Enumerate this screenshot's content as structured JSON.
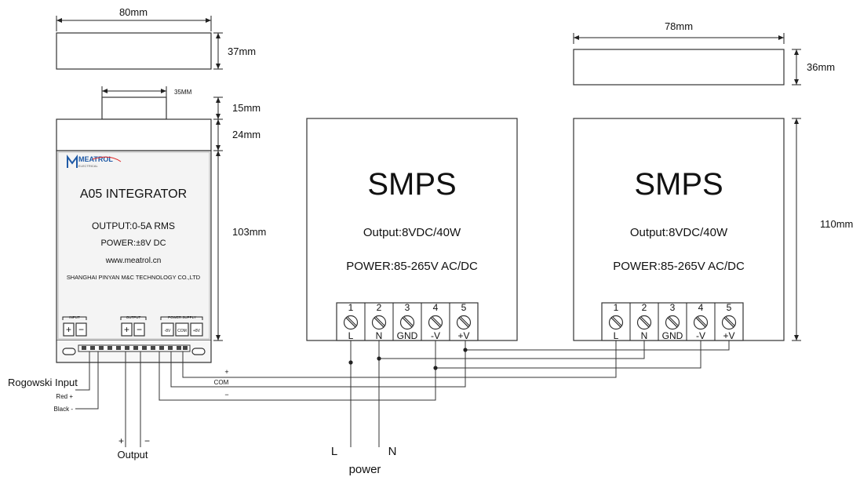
{
  "integrator": {
    "brand": "MEATROL",
    "brand_sub": "ELECTRICAL",
    "model": "A05  INTEGRATOR",
    "output": "OUTPUT:0-5A RMS",
    "power": "POWER:±8V DC",
    "website": "www.meatrol.cn",
    "company": "SHANGHAI PINYAN M&C TECHNOLOGY CO.,LTD",
    "terminal_groups": [
      "INPUT",
      "OUTPUT",
      "POWER SUPPLY"
    ],
    "terminals": [
      "+",
      "−",
      "+",
      "−",
      "-8V",
      "COM",
      "+8V"
    ]
  },
  "dimensions": {
    "width_top": "80mm",
    "height_top": "37mm",
    "connector_width": "35MM",
    "connector_height": "15mm",
    "cap_height": "24mm",
    "body_height": "103mm",
    "smps_width": "78mm",
    "smps_depth": "36mm",
    "smps_height": "110mm"
  },
  "smps": [
    {
      "title": "SMPS",
      "output": "Output:8VDC/40W",
      "power": "POWER:85-265V AC/DC",
      "terminal_numbers": [
        "1",
        "2",
        "3",
        "4",
        "5"
      ],
      "terminal_labels": [
        "L",
        "N",
        "GND",
        "-V",
        "+V"
      ]
    },
    {
      "title": "SMPS",
      "output": "Output:8VDC/40W",
      "power": "POWER:85-265V AC/DC",
      "terminal_numbers": [
        "1",
        "2",
        "3",
        "4",
        "5"
      ],
      "terminal_labels": [
        "L",
        "N",
        "GND",
        "-V",
        "+V"
      ]
    }
  ],
  "wiring": {
    "rogowski_input": "Rogowski Input",
    "red": "Red +",
    "black": "Black -",
    "out_plus": "+",
    "out_minus": "−",
    "output": "Output",
    "bus_plus": "+",
    "bus_com": "COM",
    "bus_minus": "−",
    "power_l": "L",
    "power_n": "N",
    "power": "power"
  }
}
